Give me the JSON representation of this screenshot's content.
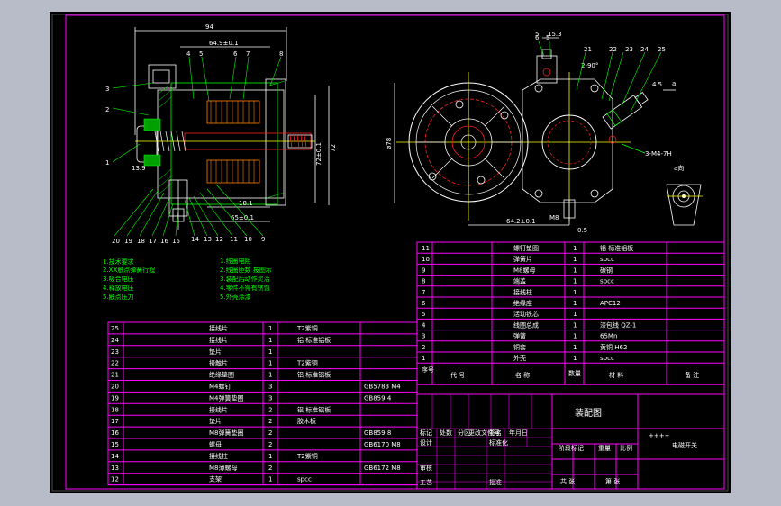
{
  "drawing": {
    "title": "装配图",
    "drawing_name": "电磁开关",
    "code_small": "++++",
    "background": "#000000",
    "frame_color": "#ff00ff"
  },
  "dimensions": {
    "left_view": {
      "d_top": "94",
      "d_649": "64.9±0.1",
      "d_72": "72",
      "d_724": "72±0.1",
      "d_139": "13.9",
      "d_181": "18.1",
      "d_65": "65±0.1"
    },
    "right_view": {
      "d_5": "5",
      "d_153": "15.3",
      "d_90": "2-90°",
      "d_o78": "ø78",
      "d_642": "64.2±0.1",
      "d_05": "0.5",
      "d_m8": "M8",
      "d_m4": "3-M4-7H",
      "d_a": "a",
      "d_a_dir": "a向",
      "d_45": "4.5"
    }
  },
  "balloons": {
    "left_top": [
      "4",
      "5",
      "6",
      "7",
      "8"
    ],
    "left_side": [
      "3",
      "2",
      "1"
    ],
    "left_bottom": [
      "20",
      "19",
      "18",
      "17",
      "16",
      "15",
      "14",
      "13",
      "12",
      "11",
      "10",
      "9"
    ],
    "right_top": [
      "6",
      "5",
      "21",
      "22",
      "23",
      "24",
      "25"
    ]
  },
  "tech_notes": [
    "1.技术要求",
    "2.XX触点弹簧行程",
    "3.吸合电压",
    "4.释放电压",
    "5.触点压力",
    "1.线圈电阻",
    "2.线圈匝数  按图示",
    "3.装配后动作灵活",
    "4.零件不得有锈蚀",
    "5.外壳涂漆"
  ],
  "bom_upper": {
    "rows": [
      {
        "no": "11",
        "name": "螺钉垫圈",
        "qty": "1",
        "material": "铝 标准铝板",
        "note": ""
      },
      {
        "no": "10",
        "name": "弹簧片",
        "qty": "1",
        "material": "spcc",
        "note": ""
      },
      {
        "no": "9",
        "name": "M8螺母",
        "qty": "1",
        "material": "碳钢",
        "note": ""
      },
      {
        "no": "8",
        "name": "端盖",
        "qty": "1",
        "material": "spcc",
        "note": ""
      },
      {
        "no": "7",
        "name": "接线柱",
        "qty": "1",
        "material": "",
        "note": ""
      },
      {
        "no": "6",
        "name": "绝缘座",
        "qty": "1",
        "material": "APC12",
        "note": ""
      },
      {
        "no": "5",
        "name": "活动铁芯",
        "qty": "1",
        "material": "",
        "note": ""
      },
      {
        "no": "4",
        "name": "线圈总成",
        "qty": "1",
        "material": "漆包线 QZ-1",
        "note": ""
      },
      {
        "no": "3",
        "name": "弹簧",
        "qty": "1",
        "material": "65Mn",
        "note": ""
      },
      {
        "no": "2",
        "name": "铜套",
        "qty": "1",
        "material": "黄铜 H62",
        "note": ""
      },
      {
        "no": "1",
        "name": "外壳",
        "qty": "1",
        "material": "spcc",
        "note": ""
      }
    ],
    "header": {
      "no": "序号",
      "code": "代 号",
      "name": "名 称",
      "qty": "数量",
      "material": "材 料",
      "note": "备 注"
    }
  },
  "bom_lower": {
    "rows": [
      {
        "no": "25",
        "name": "接线片",
        "qty": "1",
        "material": "T2紫铜",
        "std": ""
      },
      {
        "no": "24",
        "name": "接线片",
        "qty": "1",
        "material": "铝 标准铝板",
        "std": ""
      },
      {
        "no": "23",
        "name": "垫片",
        "qty": "1",
        "material": "",
        "std": ""
      },
      {
        "no": "22",
        "name": "接触片",
        "qty": "1",
        "material": "T2紫铜",
        "std": ""
      },
      {
        "no": "21",
        "name": "绝缘垫圈",
        "qty": "1",
        "material": "铝 标准铝板",
        "std": ""
      },
      {
        "no": "20",
        "name": "M4螺钉",
        "qty": "3",
        "material": "",
        "std": "GB5783  M4"
      },
      {
        "no": "19",
        "name": "M4弹簧垫圈",
        "qty": "3",
        "material": "",
        "std": "GB859    4"
      },
      {
        "no": "18",
        "name": "接线片",
        "qty": "2",
        "material": "铝 标准铝板",
        "std": ""
      },
      {
        "no": "17",
        "name": "垫片",
        "qty": "2",
        "material": "胶木板",
        "std": ""
      },
      {
        "no": "16",
        "name": "M8弹簧垫圈",
        "qty": "2",
        "material": "",
        "std": "GB859    8"
      },
      {
        "no": "15",
        "name": "螺母",
        "qty": "2",
        "material": "",
        "std": "GB6170   M8"
      },
      {
        "no": "14",
        "name": "接线柱",
        "qty": "1",
        "material": "T2紫铜",
        "std": ""
      },
      {
        "no": "13",
        "name": "M8薄螺母",
        "qty": "2",
        "material": "",
        "std": "GB6172   M8"
      },
      {
        "no": "12",
        "name": "支架",
        "qty": "1",
        "material": "spcc",
        "std": ""
      }
    ]
  },
  "title_block": {
    "labels": [
      "标记",
      "处数",
      "分区",
      "更改文件号",
      "签名",
      "年月日",
      "设计",
      "标准化",
      "审核",
      "工艺",
      "批准",
      "阶段标记",
      "重量",
      "比例",
      "共 张",
      "第 张"
    ]
  }
}
